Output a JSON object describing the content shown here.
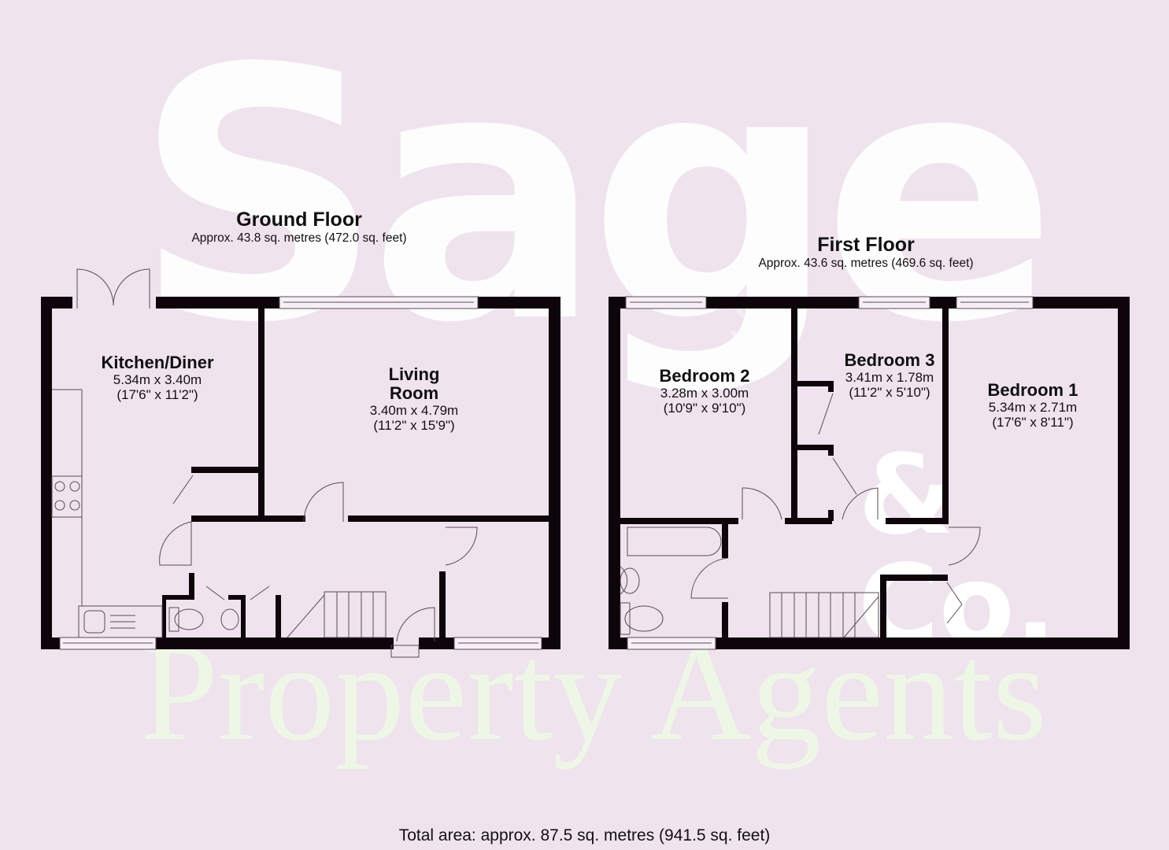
{
  "watermark": {
    "brand": "Sage",
    "brand_suffix": "& Co.",
    "tagline": "Property Agents"
  },
  "colors": {
    "background": "#efe3ee",
    "walls": "#0d0509",
    "watermark_brand": "#ffffff",
    "watermark_tagline": "#eef7e6"
  },
  "ground_floor": {
    "title": "Ground Floor",
    "area": "Approx. 43.8 sq. metres (472.0 sq. feet)",
    "rooms": [
      {
        "name": "Kitchen/Diner",
        "metric": "5.34m x 3.40m",
        "imperial": "(17'6\" x 11'2\")"
      },
      {
        "name_line1": "Living",
        "name_line2": "Room",
        "metric": "3.40m x 4.79m",
        "imperial": "(11'2\" x 15'9\")"
      }
    ]
  },
  "first_floor": {
    "title": "First Floor",
    "area": "Approx. 43.6 sq. metres (469.6 sq. feet)",
    "rooms": [
      {
        "name": "Bedroom 2",
        "metric": "3.28m x 3.00m",
        "imperial": "(10'9\" x 9'10\")"
      },
      {
        "name": "Bedroom 3",
        "metric": "3.41m x 1.78m",
        "imperial": "(11'2\" x 5'10\")"
      },
      {
        "name": "Bedroom 1",
        "metric": "5.34m x 2.71m",
        "imperial": "(17'6\" x 8'11\")"
      }
    ]
  },
  "total_area": "Total area: approx. 87.5 sq. metres (941.5 sq. feet)"
}
